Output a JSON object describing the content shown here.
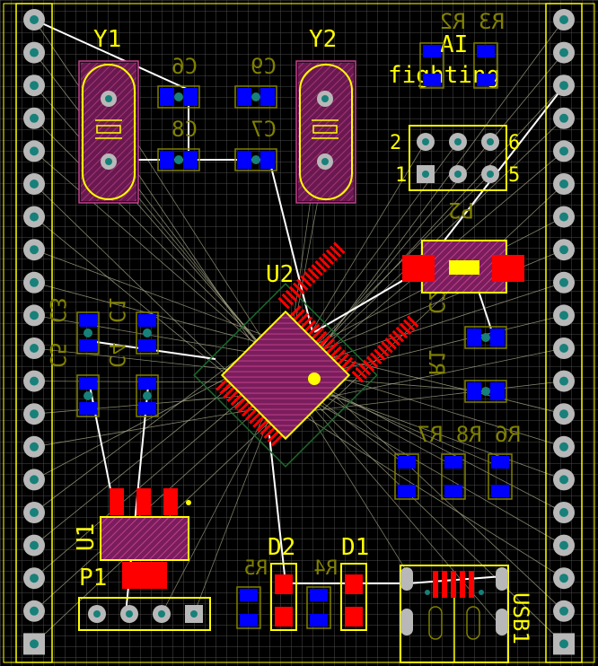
{
  "board": {
    "title_line1": "AI",
    "title_line2": "fighting",
    "colors": {
      "background": "#000000",
      "grid": "#5a5a5a",
      "silkscreen": "#ffff00",
      "mirror_silk": "#808000",
      "pad_copper": "#cc0000",
      "pad_blue": "#0000ff",
      "pad_body": "#b0307a",
      "hole": "#17807a",
      "pad_gray": "#b8b8b8",
      "ratsnest": "#c8c8a0",
      "track": "#ffffff"
    }
  },
  "labels": {
    "y1": "Y1",
    "y2": "Y2",
    "u2": "U2",
    "u1": "U1",
    "p1": "P1",
    "p2": "P2",
    "d1": "D1",
    "d2": "D2",
    "usb1": "USB1",
    "pin2": "2",
    "pin6": "6",
    "pin1": "1",
    "pin5": "5"
  },
  "mirrored_labels": {
    "r3r2": "R3 R2",
    "c6": "C6",
    "c9": "C9",
    "c8": "C8",
    "c7": "C7",
    "c3": "C3",
    "c5": "C5",
    "c1": "C1",
    "c4": "C4",
    "c2": "C2",
    "r1": "R1",
    "r6r8r7": "R6 R8 R7",
    "r5": "R5",
    "r4": "R4"
  }
}
